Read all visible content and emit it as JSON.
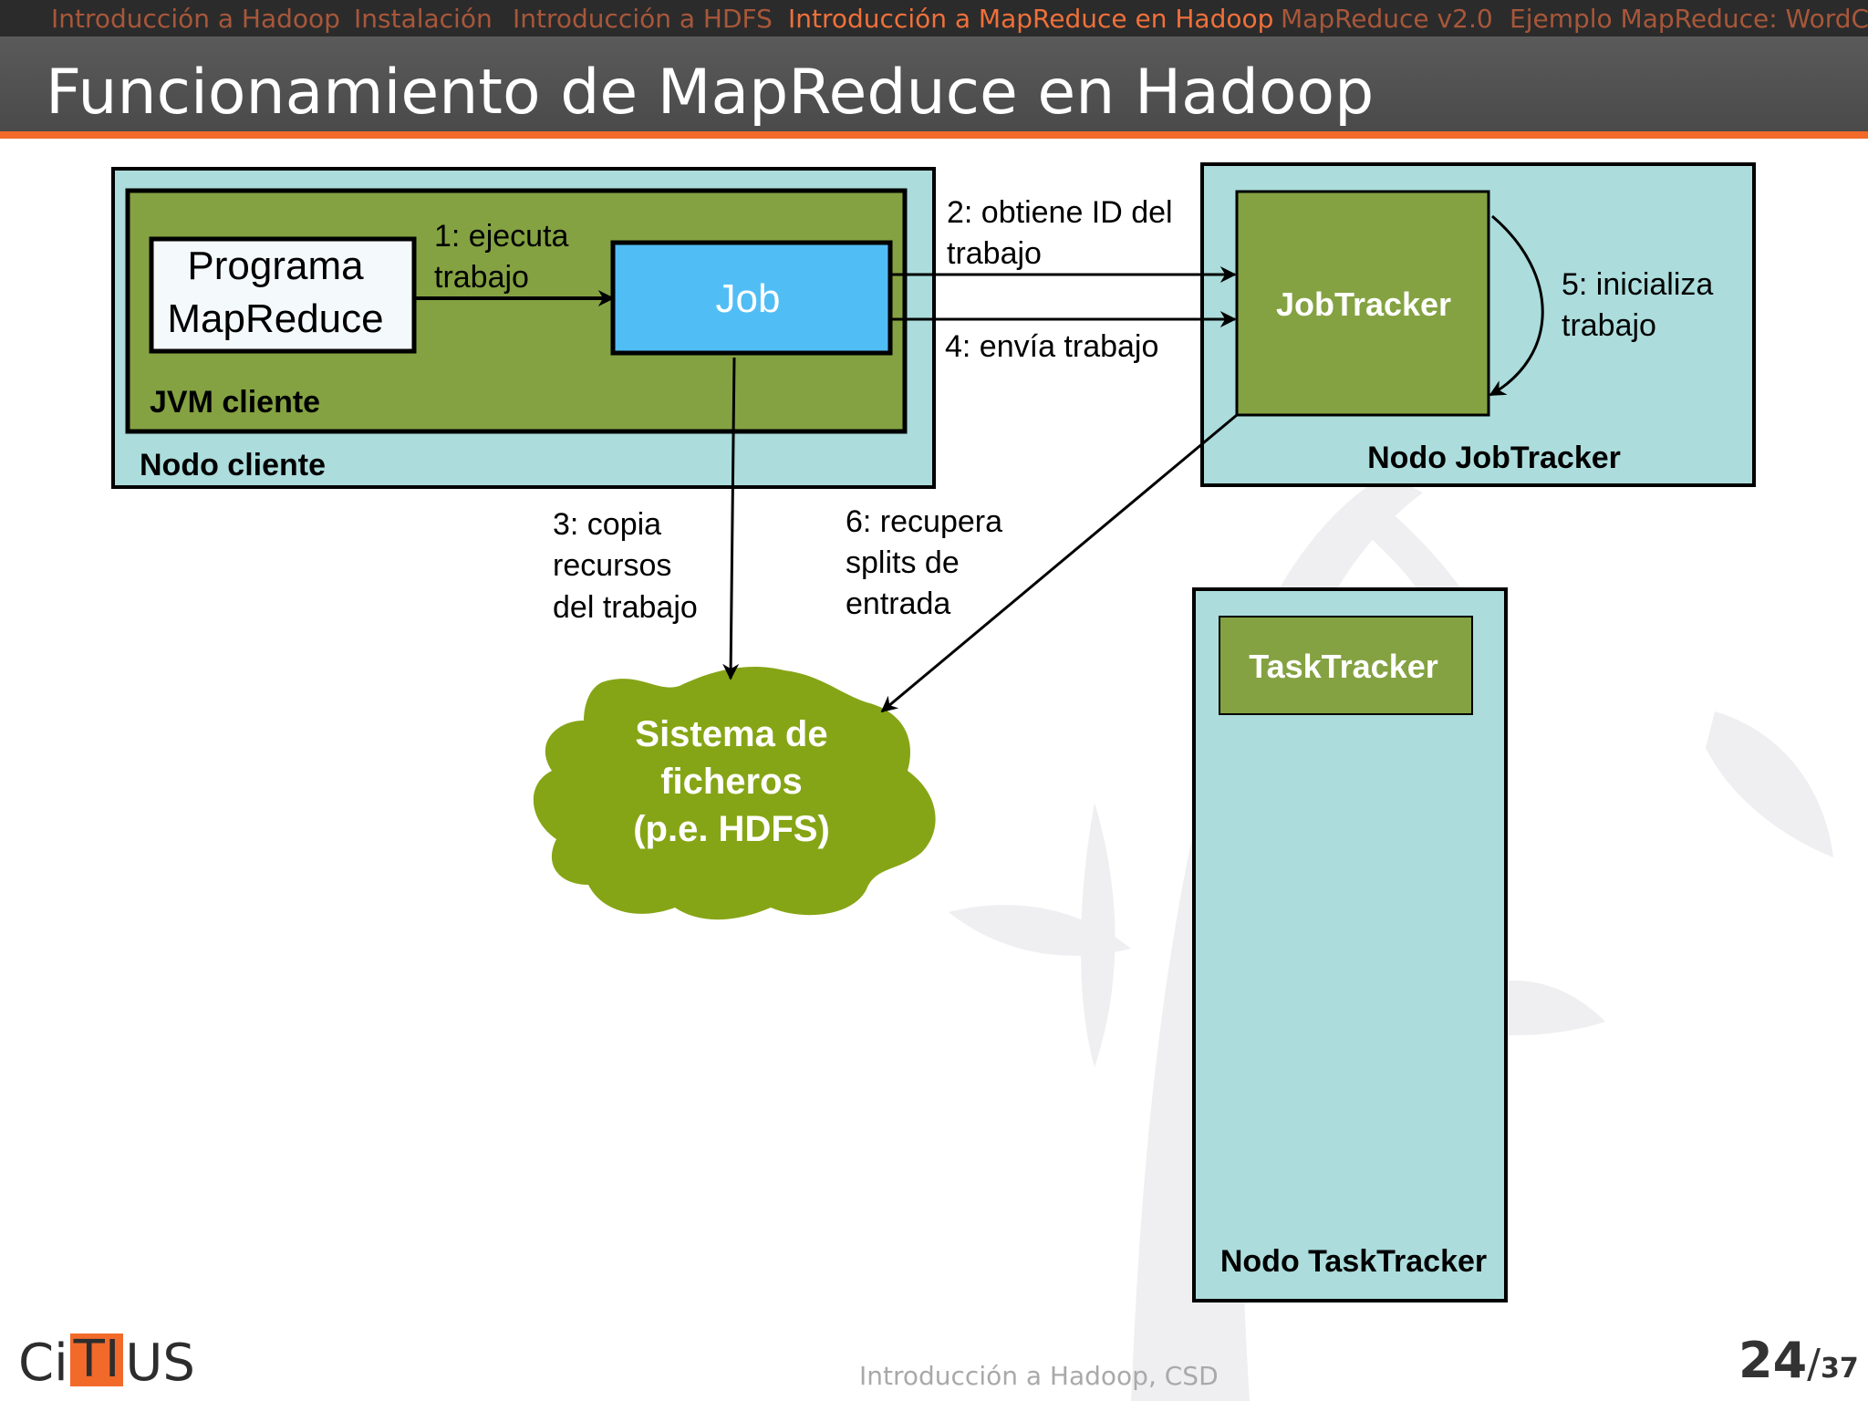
{
  "nav": {
    "items": [
      {
        "label": "Introducción a Hadoop",
        "active": false
      },
      {
        "label": "Instalación",
        "active": false
      },
      {
        "label": "Introducción a HDFS",
        "active": false
      },
      {
        "label": "Introducción a MapReduce en Hadoop",
        "active": true
      },
      {
        "label": "MapReduce v2.0",
        "active": false
      },
      {
        "label": "Ejemplo MapReduce: WordCo",
        "active": false
      }
    ]
  },
  "slide": {
    "title": "Funcionamiento de MapReduce en Hadoop"
  },
  "diagram": {
    "client_node_label": "Nodo cliente",
    "jvm_label": "JVM cliente",
    "program_line1": "Programa",
    "program_line2": "MapReduce",
    "job_label": "Job",
    "jobtracker_label": "JobTracker",
    "jobtracker_node_label": "Nodo JobTracker",
    "tasktracker_label": "TaskTracker",
    "tasktracker_node_label": "Nodo TaskTracker",
    "fs_line1": "Sistema de",
    "fs_line2": "ficheros",
    "fs_line3": "(p.e. HDFS)",
    "step1_line1": "1: ejecuta",
    "step1_line2": "trabajo",
    "step2_line1": "2: obtiene ID del",
    "step2_line2": "trabajo",
    "step3_line1": "3: copia",
    "step3_line2": "recursos",
    "step3_line3": "del trabajo",
    "step4": "4: envía trabajo",
    "step5_line1": "5: inicializa",
    "step5_line2": "trabajo",
    "step6_line1": "6: recupera",
    "step6_line2": "splits de",
    "step6_line3": "entrada"
  },
  "colors": {
    "node_bg": "#acdcdc",
    "olive_box": "#84a242",
    "job_blue": "#51bdf5",
    "fs_green": "#86a516",
    "accent_orange": "#f26a2a"
  },
  "footer": {
    "text": "Introducción a Hadoop, CSD",
    "page_current": "24",
    "page_sep": "/",
    "page_total": "37",
    "logo_left": "Ci",
    "logo_box": "TI",
    "logo_right": "US"
  }
}
